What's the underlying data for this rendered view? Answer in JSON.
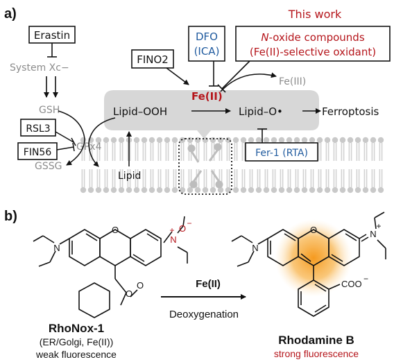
{
  "panel_a": {
    "label": "a)",
    "erastin": "Erastin",
    "system_xc": "System Xc−",
    "gsh": "GSH",
    "rsl3": "RSL3",
    "fin56": "FIN56",
    "gpx4": "GPx4",
    "gssg": "GSSG",
    "lipid": "Lipid",
    "lipid_ooh": "Lipid–OOH",
    "lipid_o": "Lipid–O•",
    "ferroptosis": "Ferroptosis",
    "fino2": "FINO2",
    "dfo_line1": "DFO",
    "dfo_line2": "(ICA)",
    "fe2": "Fe(II)",
    "fe3": "Fe(III)",
    "fer1": "Fer-1 (RTA)",
    "this_work": "This work",
    "noxide_prefix": "N",
    "noxide_rest": "-oxide compounds",
    "noxide_line2": "(Fe(II)-selective oxidant)"
  },
  "panel_b": {
    "label": "b)",
    "reagent": "Fe(II)",
    "condition": "Deoxygenation",
    "oxide_charge": "+",
    "oxide_o": "O",
    "oxide_minus": "−",
    "ring_o": "O",
    "lactone_o": "O",
    "n_left": "N",
    "n_right": "N",
    "n_right2": "N",
    "n_left2": "N",
    "o_bridge": "O",
    "o_bridge2": "O",
    "iminium_plus": "+",
    "coo": "COO",
    "coo_minus": "−",
    "rhonox_name": "RhoNox-1",
    "rhonox_line2": "(ER/Golgi, Fe(II))",
    "rhonox_line3": "weak fluorescence",
    "rhodamine_name": "Rhodamine B",
    "rhodamine_line2": "strong fluorescence"
  },
  "colors": {
    "blue": "#1f5a9e",
    "red": "#b5151b",
    "gray": "#8c8c8c",
    "shade": "#d7d7d7"
  }
}
